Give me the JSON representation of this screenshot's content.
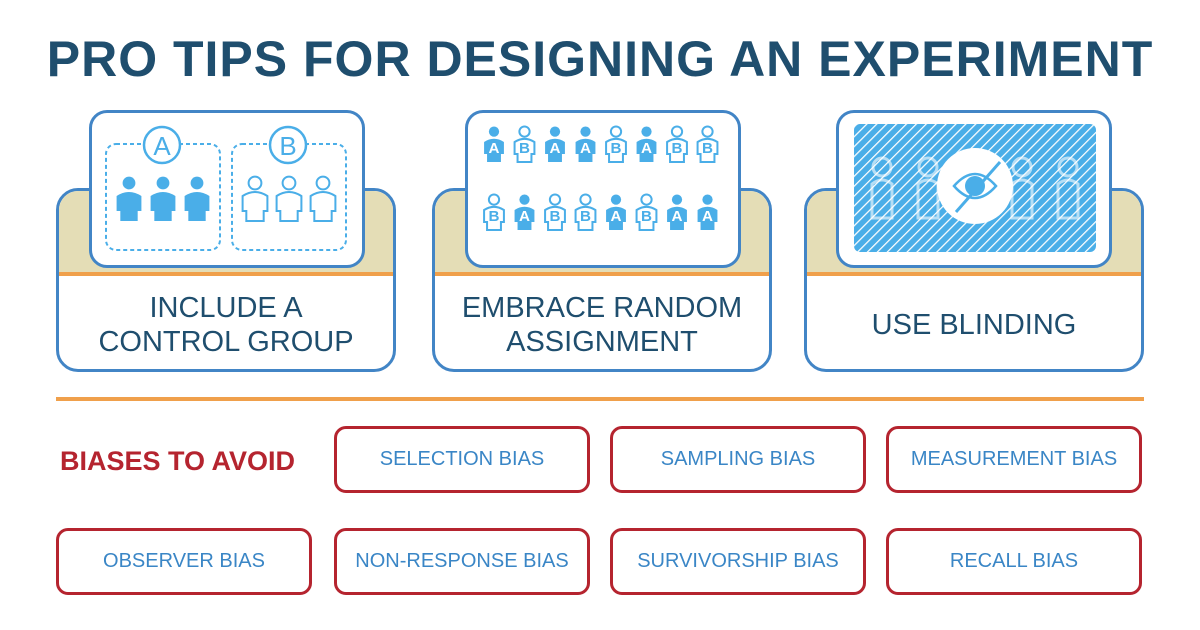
{
  "title": "PRO TIPS FOR DESIGNING AN EXPERIMENT",
  "tips": [
    {
      "label": "INCLUDE A\nCONTROL GROUP",
      "groups": [
        "A",
        "B"
      ]
    },
    {
      "label": "EMBRACE RANDOM\nASSIGNMENT",
      "rows": [
        [
          "A",
          "B",
          "A",
          "A",
          "B",
          "A",
          "B",
          "B"
        ],
        [
          "B",
          "A",
          "B",
          "B",
          "A",
          "B",
          "A",
          "A"
        ]
      ]
    },
    {
      "label": "USE BLINDING"
    }
  ],
  "biases_heading": "BIASES TO AVOID",
  "biases": [
    "SELECTION BIAS",
    "SAMPLING BIAS",
    "MEASUREMENT BIAS",
    "OBSERVER BIAS",
    "NON-RESPONSE BIAS",
    "SURVIVORSHIP BIAS",
    "RECALL BIAS"
  ],
  "colors": {
    "title": "#1f4e6e",
    "border": "#4285c6",
    "accent": "#4aaee8",
    "tan": "#e4ddb6",
    "orange": "#f0a04b",
    "red": "#b5242f"
  }
}
